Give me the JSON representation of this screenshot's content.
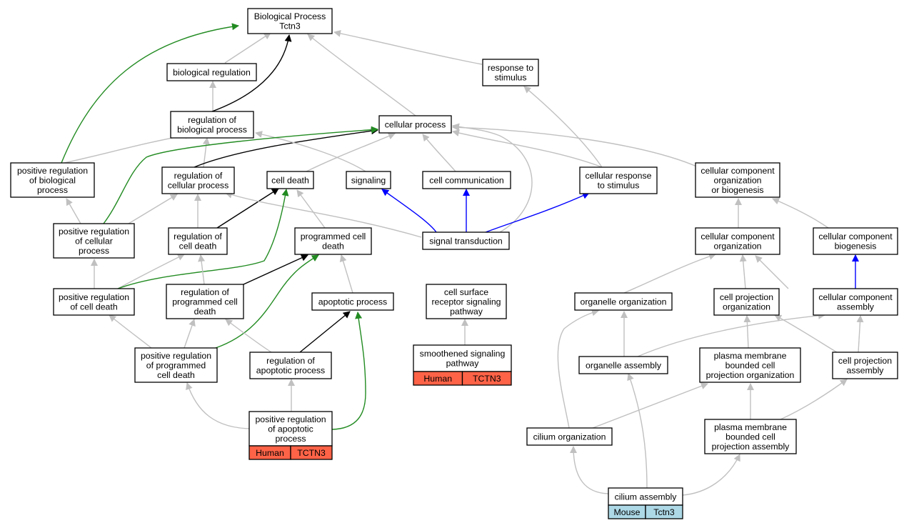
{
  "colors": {
    "is_a": "#c0c0c0",
    "part_of": "#000000",
    "positively_regulates": "#228b22",
    "has_part": "#0000ff",
    "human_annotation": "#ff6347",
    "mouse_annotation": "#add8e6"
  },
  "nodes": {
    "bp": [
      "Biological Process",
      "Tctn3"
    ],
    "biol_reg": [
      "biological regulation"
    ],
    "reg_bio": [
      "regulation of",
      "biological process"
    ],
    "resp_stim": [
      "response to",
      "stimulus"
    ],
    "cell_proc": [
      "cellular process"
    ],
    "pos_bio": [
      "positive regulation",
      "of biological",
      "process"
    ],
    "reg_cell": [
      "regulation of",
      "cellular process"
    ],
    "cell_death": [
      "cell death"
    ],
    "signaling": [
      "signaling"
    ],
    "cell_comm": [
      "cell communication"
    ],
    "cell_resp": [
      "cellular response",
      "to stimulus"
    ],
    "ccob": [
      "cellular component",
      "organization",
      "or biogenesis"
    ],
    "pos_cell": [
      "positive regulation",
      "of cellular",
      "process"
    ],
    "reg_death": [
      "regulation of",
      "cell death"
    ],
    "prog_death": [
      "programmed cell",
      "death"
    ],
    "sig_trans": [
      "signal transduction"
    ],
    "cc_org": [
      "cellular component",
      "organization"
    ],
    "cc_bio": [
      "cellular component",
      "biogenesis"
    ],
    "pos_death": [
      "positive regulation",
      "of cell death"
    ],
    "reg_prog": [
      "regulation of",
      "programmed cell",
      "death"
    ],
    "apop": [
      "apoptotic process"
    ],
    "csrsp": [
      "cell surface",
      "receptor signaling",
      "pathway"
    ],
    "org_org": [
      "organelle organization"
    ],
    "cp_org": [
      "cell projection",
      "organization"
    ],
    "cc_asm": [
      "cellular component",
      "assembly"
    ],
    "pos_prog": [
      "positive regulation",
      "of programmed",
      "cell death"
    ],
    "reg_apop": [
      "regulation of",
      "apoptotic process"
    ],
    "smooth": [
      "smoothened signaling",
      "pathway"
    ],
    "org_asm": [
      "organelle assembly"
    ],
    "pmbcpo": [
      "plasma membrane",
      "bounded cell",
      "projection organization"
    ],
    "cp_asm": [
      "cell projection",
      "assembly"
    ],
    "pos_apop": [
      "positive regulation",
      "of apoptotic",
      "process"
    ],
    "cil_org": [
      "cilium organization"
    ],
    "pmbcpa": [
      "plasma membrane",
      "bounded cell",
      "projection assembly"
    ],
    "cil_asm": [
      "cilium assembly"
    ]
  },
  "annotations": {
    "smooth": [
      "Human",
      "TCTN3"
    ],
    "pos_apop": [
      "Human",
      "TCTN3"
    ],
    "cil_asm": [
      "Mouse",
      "Tctn3"
    ]
  }
}
